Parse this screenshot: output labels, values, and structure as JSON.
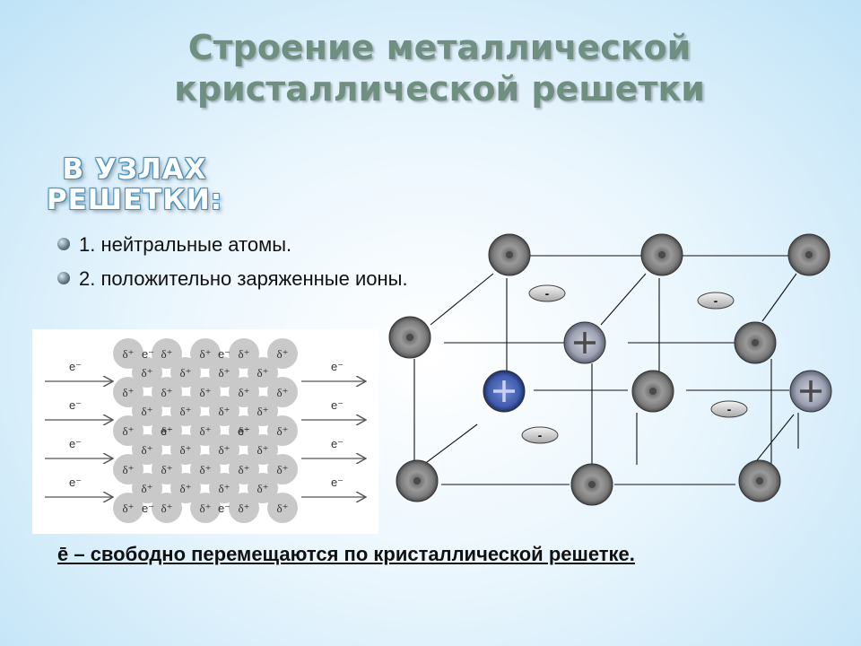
{
  "slide": {
    "title_line1": "Строение металлической",
    "title_line2": "кристаллической решетки",
    "subtitle_line1": "В УЗЛАХ",
    "subtitle_line2": "РЕШЕТКИ:",
    "items": [
      "1. нейтральные атомы.",
      "2. положительно заряженные ионы."
    ],
    "footer": "ē – свободно перемещаются по кристаллической решетке."
  },
  "inset_diagram": {
    "electron_label": "e⁻",
    "ion_label": "δ⁺",
    "colors": {
      "ion": "#c9c9c9",
      "arrow": "#555555"
    }
  },
  "lattice": {
    "electron_sign": "-",
    "colors": {
      "atom": "#7a7a7a",
      "ion_highlight": "#3f5bab",
      "line": "#111111"
    }
  }
}
